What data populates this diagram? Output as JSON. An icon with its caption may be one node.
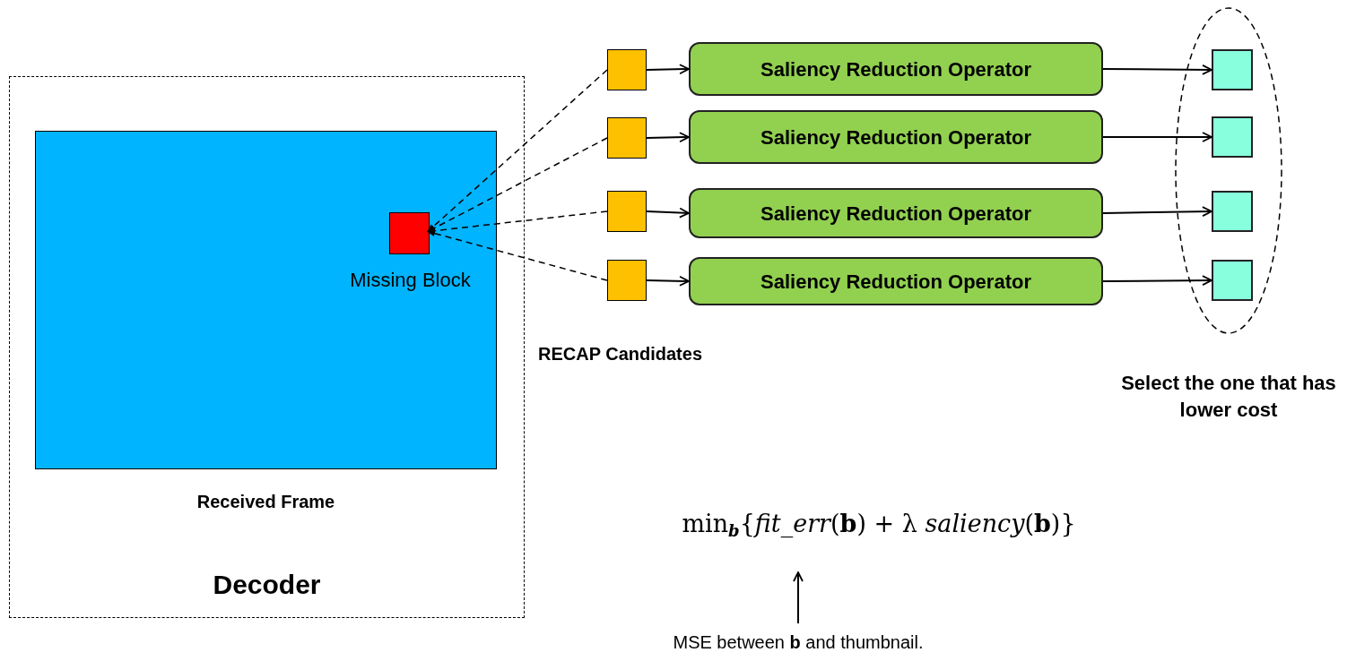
{
  "diagram": {
    "nodes": [
      {
        "text": [
          "Decoder"
        ]
      },
      {
        "text": [],
        "shape": "box",
        "in": 0,
        "beside": [
          "Received Frame"
        ]
      },
      {
        "text": [],
        "shape": "box",
        "in": 1,
        "beside": [
          "Missing Block"
        ]
      },
      {
        "text": [],
        "shape": "box"
      },
      {
        "text": [],
        "shape": "box"
      },
      {
        "text": [],
        "shape": "box"
      },
      {
        "text": [],
        "shape": "box"
      },
      {
        "text": [
          "Saliency Reduction Operator"
        ]
      },
      {
        "text": [
          "Saliency Reduction Operator"
        ]
      },
      {
        "text": [
          "Saliency Reduction Operator"
        ]
      },
      {
        "text": [
          "Saliency Reduction Operator"
        ]
      },
      {
        "text": [],
        "shape": "ellipse",
        "beside": [
          "Select the one that has lower cost"
        ]
      },
      {
        "text": [],
        "shape": "box",
        "in": 11
      },
      {
        "text": [],
        "shape": "box",
        "in": 11
      },
      {
        "text": [],
        "shape": "box",
        "in": 11
      },
      {
        "text": [],
        "shape": "box",
        "in": 11
      },
      {
        "text": [
          "min$_{b}${*fit_err*(**b**) + λ *saliency*(**b**)}"
        ]
      },
      {
        "text": [
          "MSE between **b** and thumbnail."
        ]
      }
    ],
    "edges": [
      {
        "from": 3,
        "to": 2,
        "arrow": "to",
        "style": "dashed"
      },
      {
        "from": 4,
        "to": 2,
        "arrow": "to",
        "style": "dashed"
      },
      {
        "from": 5,
        "to": 2,
        "arrow": "to",
        "style": "dashed"
      },
      {
        "from": 6,
        "to": 2,
        "arrow": "to",
        "style": "dashed"
      },
      {
        "from": 3,
        "to": 7,
        "arrow": "to"
      },
      {
        "from": 4,
        "to": 8,
        "arrow": "to"
      },
      {
        "from": 5,
        "to": 9,
        "arrow": "to"
      },
      {
        "from": 6,
        "to": 10,
        "arrow": "to"
      },
      {
        "from": 7,
        "to": 12,
        "arrow": "to"
      },
      {
        "from": 8,
        "to": 13,
        "arrow": "to"
      },
      {
        "from": 9,
        "to": 14,
        "arrow": "to"
      },
      {
        "from": 10,
        "to": 15,
        "arrow": "to"
      },
      {
        "from": 17,
        "to": 16,
        "arrow": "to"
      }
    ],
    "labels": [
      "RECAP Candidates"
    ]
  }
}
